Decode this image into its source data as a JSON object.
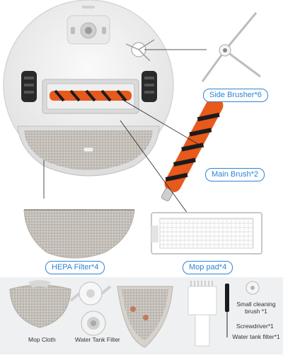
{
  "labels": {
    "side_brush": "Side Brusher*6",
    "main_brush": "Main Brush*2",
    "hepa_filter": "HEPA Filter*4",
    "mop_pad": "Mop pad*4"
  },
  "bottom_captions": {
    "mop_cloth": "Mop Cloth",
    "water_tank_filter": "Water Tank Filter",
    "small_brush": "Small cleaning brush *1",
    "screwdriver": "Screwdriver*1",
    "water_tank_filter_count": "Water tank filter*1"
  },
  "colors": {
    "label_blue": "#2f84d4",
    "brush_orange": "#e8591c",
    "bristle_black": "#1b1b1b",
    "robot_white": "#f4f4f4",
    "mop_gray": "#b9b4ae"
  }
}
